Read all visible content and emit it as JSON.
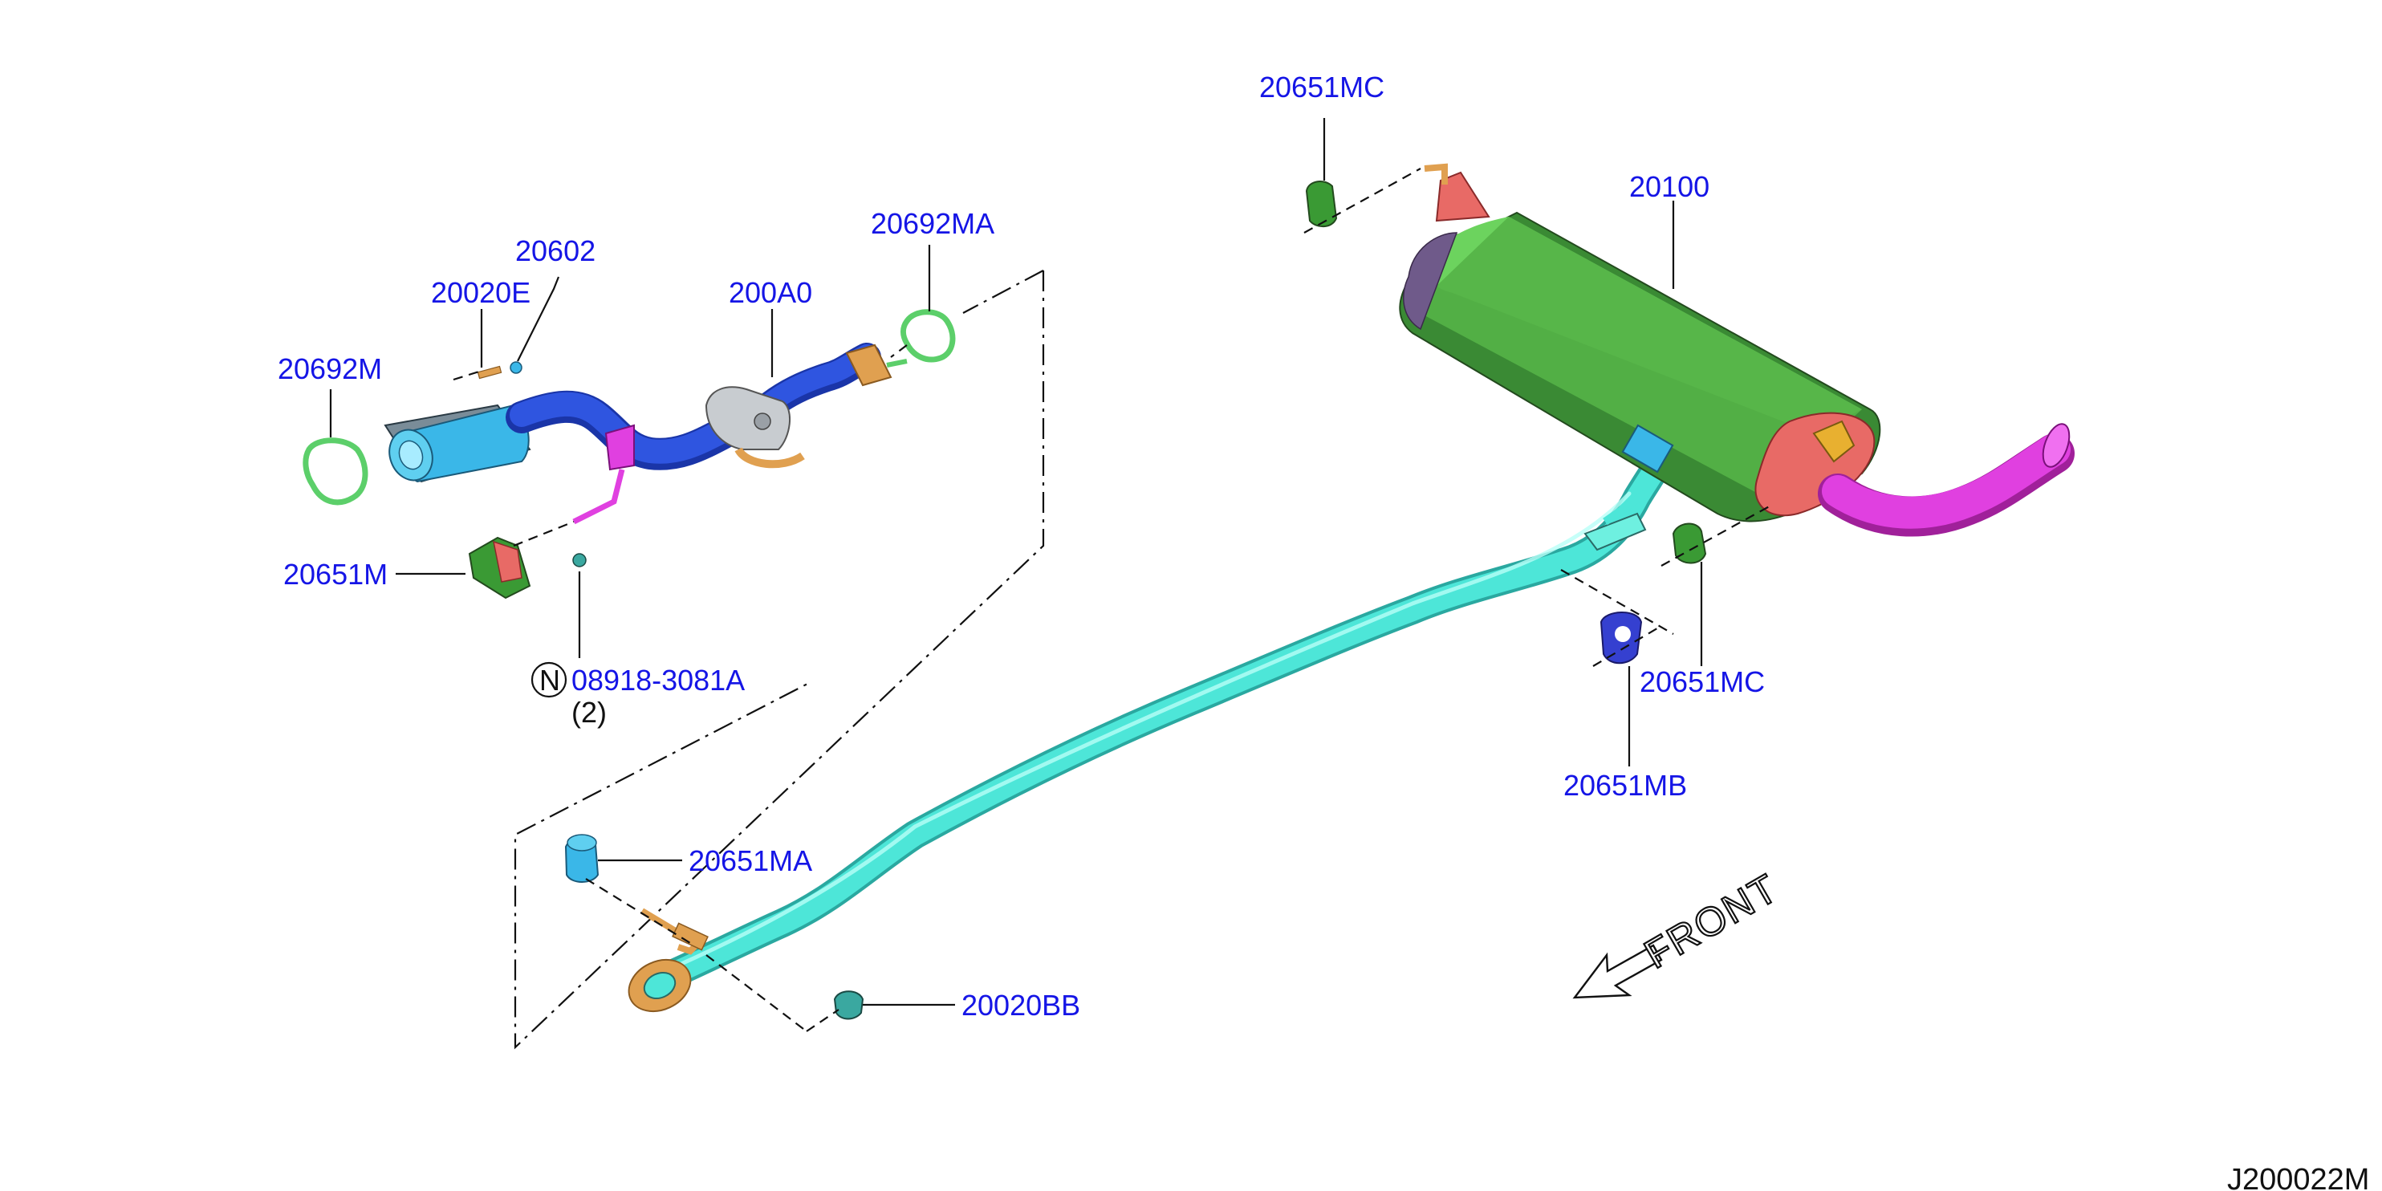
{
  "diagram_id": "J200022M",
  "front_label": "FRONT",
  "parts": {
    "p20651MC_top": "20651MC",
    "p20100": "20100",
    "p20692MA": "20692MA",
    "p20602": "20602",
    "p20020E": "20020E",
    "p200A0": "200A0",
    "p20692M": "20692M",
    "p20651M": "20651M",
    "p08918": "08918-3081A",
    "p08918_symbol": "N",
    "p08918_qty": "(2)",
    "p20651MC_right": "20651MC",
    "p20651MB": "20651MB",
    "p20651MA": "20651MA",
    "p20020BB": "20020BB"
  },
  "colors": {
    "label_text": "#1515e6",
    "muffler": "#55b247",
    "muffler_end": "#e86a66",
    "main_pipe": "#4de6d8",
    "front_pipe": "#2f55e0",
    "catalyst": "#3ab7e8",
    "tail_pipe": "#e040e0",
    "gasket": "#5ccf6a",
    "flange": "#e0a050"
  }
}
